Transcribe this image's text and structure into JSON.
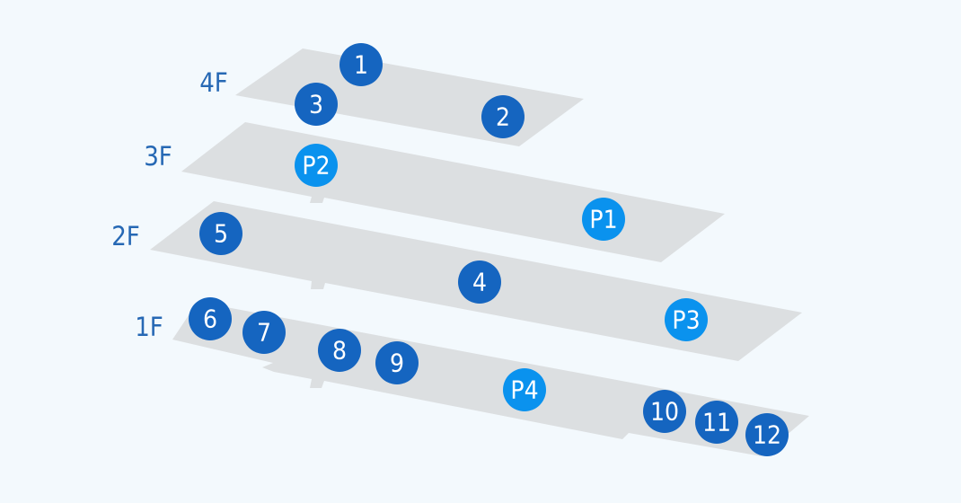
{
  "colors": {
    "background": "#f3f9fd",
    "floor_slab": "#dcdfe1",
    "floor_label": "#2668b4",
    "shop_marker": "#1565c0",
    "parking_marker": "#0a92ee",
    "marker_text": "#ffffff"
  },
  "floors": [
    {
      "id": "4f",
      "label": "4F"
    },
    {
      "id": "3f",
      "label": "3F"
    },
    {
      "id": "2f",
      "label": "2F"
    },
    {
      "id": "1f",
      "label": "1F"
    }
  ],
  "markers": [
    {
      "id": "m1",
      "label": "1",
      "kind": "shop",
      "floor": "4F"
    },
    {
      "id": "m2",
      "label": "2",
      "kind": "shop",
      "floor": "4F"
    },
    {
      "id": "m3",
      "label": "3",
      "kind": "shop",
      "floor": "4F"
    },
    {
      "id": "mp2",
      "label": "P2",
      "kind": "parking",
      "floor": "3F"
    },
    {
      "id": "mp1",
      "label": "P1",
      "kind": "parking",
      "floor": "3F"
    },
    {
      "id": "m5",
      "label": "5",
      "kind": "shop",
      "floor": "2F"
    },
    {
      "id": "m4",
      "label": "4",
      "kind": "shop",
      "floor": "2F"
    },
    {
      "id": "mp3",
      "label": "P3",
      "kind": "parking",
      "floor": "2F"
    },
    {
      "id": "m6",
      "label": "6",
      "kind": "shop",
      "floor": "1F"
    },
    {
      "id": "m7",
      "label": "7",
      "kind": "shop",
      "floor": "1F"
    },
    {
      "id": "m8",
      "label": "8",
      "kind": "shop",
      "floor": "1F"
    },
    {
      "id": "m9",
      "label": "9",
      "kind": "shop",
      "floor": "1F"
    },
    {
      "id": "mp4",
      "label": "P4",
      "kind": "parking",
      "floor": "1F"
    },
    {
      "id": "m10",
      "label": "10",
      "kind": "shop",
      "floor": "1F"
    },
    {
      "id": "m11",
      "label": "11",
      "kind": "shop",
      "floor": "1F"
    },
    {
      "id": "m12",
      "label": "12",
      "kind": "shop",
      "floor": "1F"
    }
  ]
}
